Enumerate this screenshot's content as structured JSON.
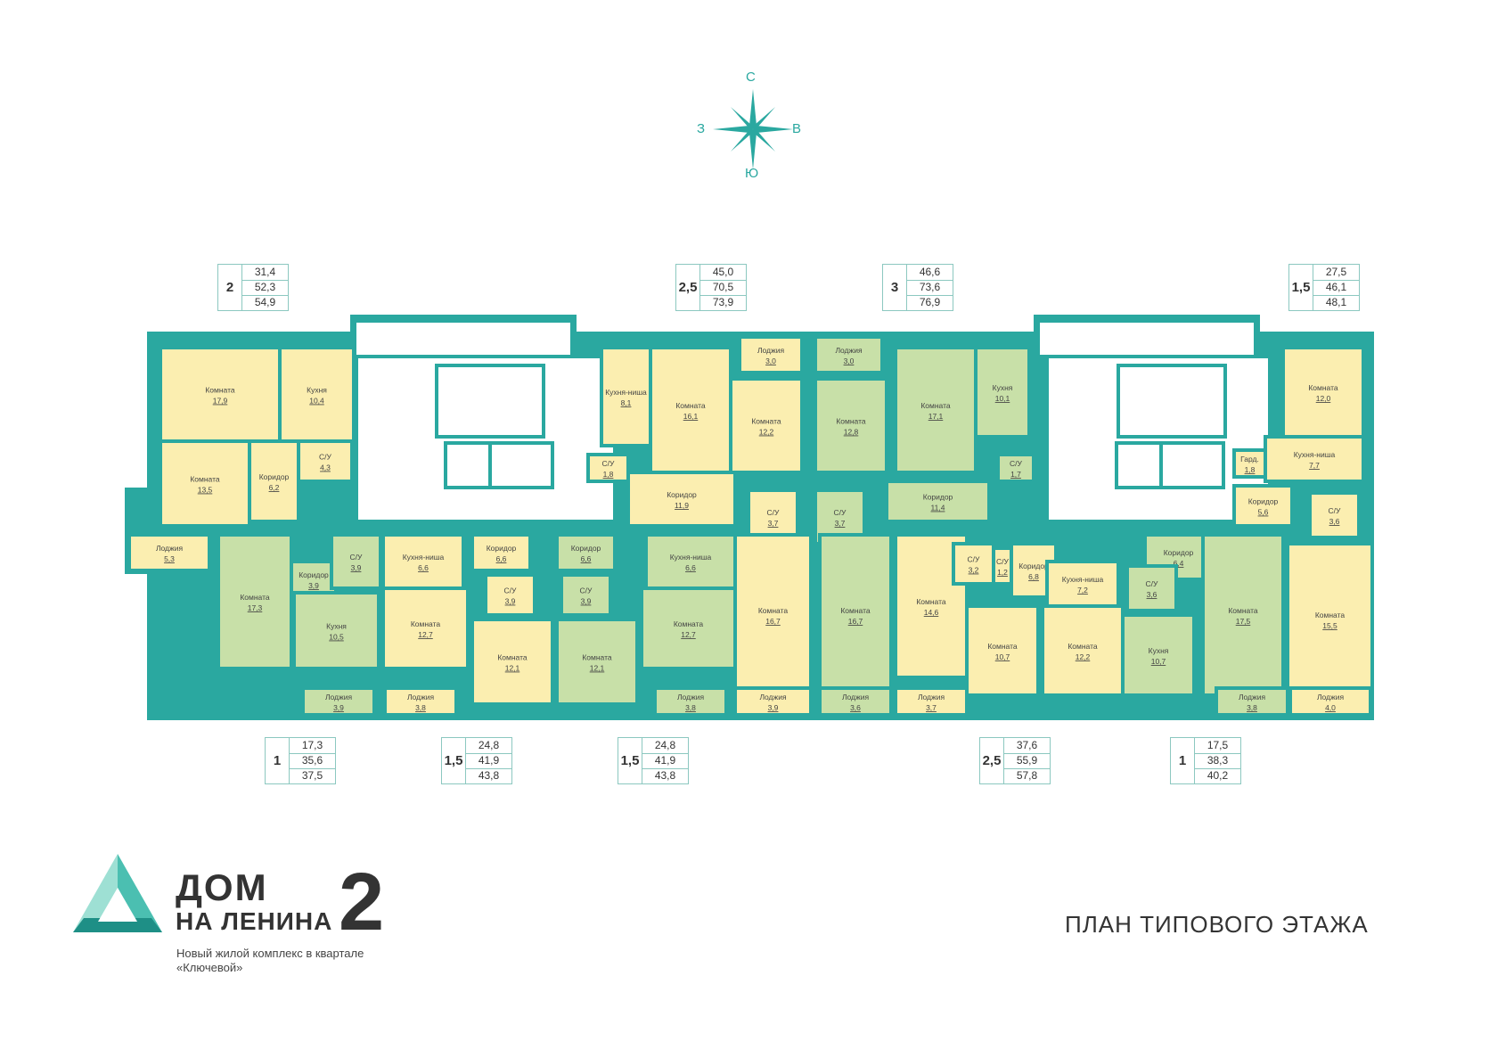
{
  "compass": {
    "n": "С",
    "s": "Ю",
    "w": "З",
    "e": "В"
  },
  "brand": {
    "line1": "ДОМ",
    "line2": "НА ЛЕНИНА",
    "number": "2",
    "subtitle_1": "Новый жилой комплекс в квартале",
    "subtitle_2": "«Ключевой»"
  },
  "title": "ПЛАН ТИПОВОГО ЭТАЖА",
  "apartments_top": [
    {
      "rooms": "2",
      "living": "31,4",
      "total": "52,3",
      "full": "54,9"
    },
    {
      "rooms": "2,5",
      "living": "45,0",
      "total": "70,5",
      "full": "73,9"
    },
    {
      "rooms": "3",
      "living": "46,6",
      "total": "73,6",
      "full": "76,9"
    },
    {
      "rooms": "1,5",
      "living": "27,5",
      "total": "46,1",
      "full": "48,1"
    }
  ],
  "apartments_bottom": [
    {
      "rooms": "1",
      "living": "17,3",
      "total": "35,6",
      "full": "37,5"
    },
    {
      "rooms": "1,5",
      "living": "24,8",
      "total": "41,9",
      "full": "43,8"
    },
    {
      "rooms": "1,5",
      "living": "24,8",
      "total": "41,9",
      "full": "43,8"
    },
    {
      "rooms": "2,5",
      "living": "37,6",
      "total": "55,9",
      "full": "57,8"
    },
    {
      "rooms": "1",
      "living": "17,5",
      "total": "38,3",
      "full": "40,2"
    }
  ],
  "rooms": [
    {
      "name": "Комната",
      "area": "17,9"
    },
    {
      "name": "Кухня",
      "area": "10,4"
    },
    {
      "name": "Комната",
      "area": "13,5"
    },
    {
      "name": "Коридор",
      "area": "6,2"
    },
    {
      "name": "С/У",
      "area": "4,3"
    },
    {
      "name": "Лоджия",
      "area": "5,3"
    },
    {
      "name": "Кухня-ниша",
      "area": "8,1"
    },
    {
      "name": "Комната",
      "area": "16,1"
    },
    {
      "name": "Комната",
      "area": "12,2"
    },
    {
      "name": "Лоджия",
      "area": "3,0"
    },
    {
      "name": "С/У",
      "area": "1,8"
    },
    {
      "name": "Коридор",
      "area": "11,9"
    },
    {
      "name": "С/У",
      "area": "3,7"
    },
    {
      "name": "Лоджия",
      "area": "3,0"
    },
    {
      "name": "Комната",
      "area": "12,8"
    },
    {
      "name": "Комната",
      "area": "17,1"
    },
    {
      "name": "Кухня",
      "area": "10,1"
    },
    {
      "name": "С/У",
      "area": "3,7"
    },
    {
      "name": "С/У",
      "area": "1,7"
    },
    {
      "name": "Коридор",
      "area": "11,4"
    },
    {
      "name": "Комната",
      "area": "12,0"
    },
    {
      "name": "Гард.",
      "area": "1,8"
    },
    {
      "name": "Кухня-ниша",
      "area": "7,7"
    },
    {
      "name": "Коридор",
      "area": "5,6"
    },
    {
      "name": "С/У",
      "area": "3,6"
    },
    {
      "name": "Комната",
      "area": "17,3"
    },
    {
      "name": "Коридор",
      "area": "3,9"
    },
    {
      "name": "С/У",
      "area": "3,9"
    },
    {
      "name": "Кухня",
      "area": "10,5"
    },
    {
      "name": "Лоджия",
      "area": "3,9"
    },
    {
      "name": "Кухня-ниша",
      "area": "6,6"
    },
    {
      "name": "Комната",
      "area": "12,7"
    },
    {
      "name": "Лоджия",
      "area": "3,8"
    },
    {
      "name": "Коридор",
      "area": "6,6"
    },
    {
      "name": "С/У",
      "area": "3,9"
    },
    {
      "name": "Комната",
      "area": "12,1"
    },
    {
      "name": "Коридор",
      "area": "6,6"
    },
    {
      "name": "С/У",
      "area": "3,9"
    },
    {
      "name": "Комната",
      "area": "12,1"
    },
    {
      "name": "Кухня-ниша",
      "area": "6,6"
    },
    {
      "name": "Комната",
      "area": "12,7"
    },
    {
      "name": "Лоджия",
      "area": "3,8"
    },
    {
      "name": "Комната",
      "area": "16,7"
    },
    {
      "name": "Лоджия",
      "area": "3,9"
    },
    {
      "name": "Комната",
      "area": "16,7"
    },
    {
      "name": "Лоджия",
      "area": "3,6"
    },
    {
      "name": "Комната",
      "area": "14,6"
    },
    {
      "name": "Лоджия",
      "area": "3,7"
    },
    {
      "name": "С/У",
      "area": "3,2"
    },
    {
      "name": "С/У",
      "area": "1,2"
    },
    {
      "name": "Коридор",
      "area": "6,8"
    },
    {
      "name": "Комната",
      "area": "10,7"
    },
    {
      "name": "Кухня-ниша",
      "area": "7,2"
    },
    {
      "name": "Комната",
      "area": "12,2"
    },
    {
      "name": "Коридор",
      "area": "6,4"
    },
    {
      "name": "С/У",
      "area": "3,6"
    },
    {
      "name": "Кухня",
      "area": "10,7"
    },
    {
      "name": "Комната",
      "area": "17,5"
    },
    {
      "name": "Лоджия",
      "area": "3,8"
    },
    {
      "name": "Комната",
      "area": "15,5"
    },
    {
      "name": "Лоджия",
      "area": "4,0"
    }
  ],
  "colors": {
    "wall": "#2aa8a0",
    "yellow": "#fbeeb0",
    "green": "#c8e0a8",
    "accent": "#2aa8a0"
  }
}
